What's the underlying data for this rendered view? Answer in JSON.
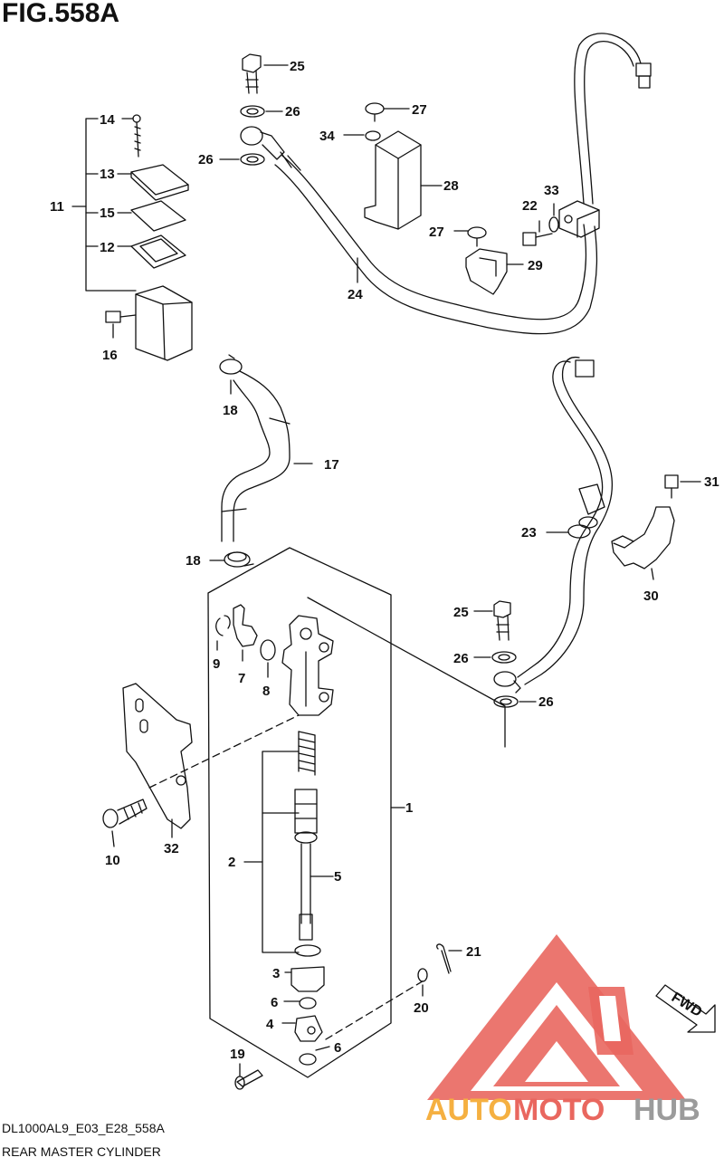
{
  "header": {
    "figure_title": "FIG.558A"
  },
  "footer": {
    "model_code": "DL1000AL9_E03_E28_558A",
    "section_name": "REAR MASTER CYLINDER"
  },
  "watermark": {
    "part1": "AUTO",
    "part2": "MOTO",
    "part3": "HUB",
    "colors": {
      "orange": "#f5b041",
      "red": "#e9675f",
      "gray": "#9b9b9b"
    }
  },
  "fwd_arrow": {
    "label": "FWD"
  },
  "callouts": [
    {
      "id": "c1",
      "label": "1"
    },
    {
      "id": "c2",
      "label": "2"
    },
    {
      "id": "c3",
      "label": "3"
    },
    {
      "id": "c4",
      "label": "4"
    },
    {
      "id": "c5",
      "label": "5"
    },
    {
      "id": "c6a",
      "label": "6"
    },
    {
      "id": "c6b",
      "label": "6"
    },
    {
      "id": "c7",
      "label": "7"
    },
    {
      "id": "c8",
      "label": "8"
    },
    {
      "id": "c9",
      "label": "9"
    },
    {
      "id": "c10",
      "label": "10"
    },
    {
      "id": "c11",
      "label": "11"
    },
    {
      "id": "c12",
      "label": "12"
    },
    {
      "id": "c13",
      "label": "13"
    },
    {
      "id": "c14",
      "label": "14"
    },
    {
      "id": "c15",
      "label": "15"
    },
    {
      "id": "c16",
      "label": "16"
    },
    {
      "id": "c17",
      "label": "17"
    },
    {
      "id": "c18a",
      "label": "18"
    },
    {
      "id": "c18b",
      "label": "18"
    },
    {
      "id": "c19",
      "label": "19"
    },
    {
      "id": "c20",
      "label": "20"
    },
    {
      "id": "c21",
      "label": "21"
    },
    {
      "id": "c22",
      "label": "22"
    },
    {
      "id": "c23",
      "label": "23"
    },
    {
      "id": "c24",
      "label": "24"
    },
    {
      "id": "c25a",
      "label": "25"
    },
    {
      "id": "c25b",
      "label": "25"
    },
    {
      "id": "c26a",
      "label": "26"
    },
    {
      "id": "c26b",
      "label": "26"
    },
    {
      "id": "c26c",
      "label": "26"
    },
    {
      "id": "c26d",
      "label": "26"
    },
    {
      "id": "c27a",
      "label": "27"
    },
    {
      "id": "c27b",
      "label": "27"
    },
    {
      "id": "c28",
      "label": "28"
    },
    {
      "id": "c29",
      "label": "29"
    },
    {
      "id": "c30",
      "label": "30"
    },
    {
      "id": "c31",
      "label": "31"
    },
    {
      "id": "c32",
      "label": "32"
    },
    {
      "id": "c33",
      "label": "33"
    },
    {
      "id": "c34",
      "label": "34"
    }
  ]
}
